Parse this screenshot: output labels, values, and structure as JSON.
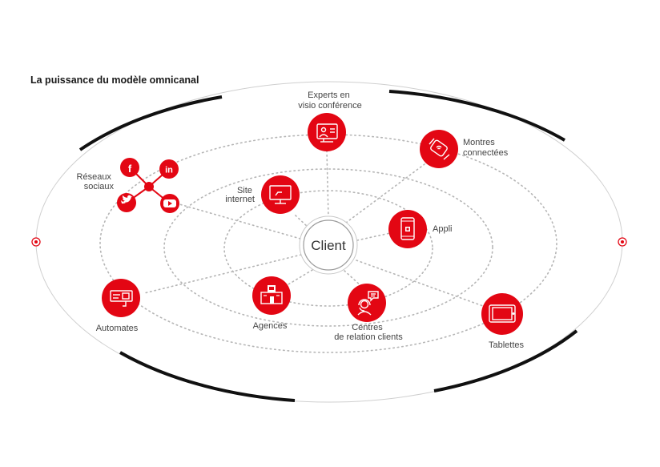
{
  "title": "La puissance du modèle omnicanal",
  "center": {
    "label": "Client"
  },
  "colors": {
    "accent": "#e30613",
    "ring": "#1a1a1a",
    "dots": "#b5b5b5",
    "text": "#444444"
  },
  "channels": [
    {
      "id": "experts",
      "icon": "video-conference-icon",
      "lines": [
        "Experts en",
        "visio conférence"
      ]
    },
    {
      "id": "montres",
      "icon": "smartwatch-icon",
      "lines": [
        "Montres",
        "connectées"
      ]
    },
    {
      "id": "site",
      "icon": "monitor-icon",
      "lines": [
        "Site",
        "internet"
      ]
    },
    {
      "id": "appli",
      "icon": "smartphone-icon",
      "lines": [
        "Appli"
      ]
    },
    {
      "id": "reseaux",
      "icon": "social-network-icon",
      "lines": [
        "Réseaux",
        "sociaux"
      ]
    },
    {
      "id": "automates",
      "icon": "atm-icon",
      "lines": [
        "Automates"
      ]
    },
    {
      "id": "agences",
      "icon": "bank-branch-icon",
      "lines": [
        "Agences"
      ]
    },
    {
      "id": "centres",
      "icon": "headset-icon",
      "lines": [
        "Centres",
        "de relation clients"
      ]
    },
    {
      "id": "tablettes",
      "icon": "tablet-icon",
      "lines": [
        "Tablettes"
      ]
    }
  ],
  "social_icons": [
    "facebook-icon",
    "linkedin-icon",
    "twitter-icon",
    "youtube-icon"
  ]
}
